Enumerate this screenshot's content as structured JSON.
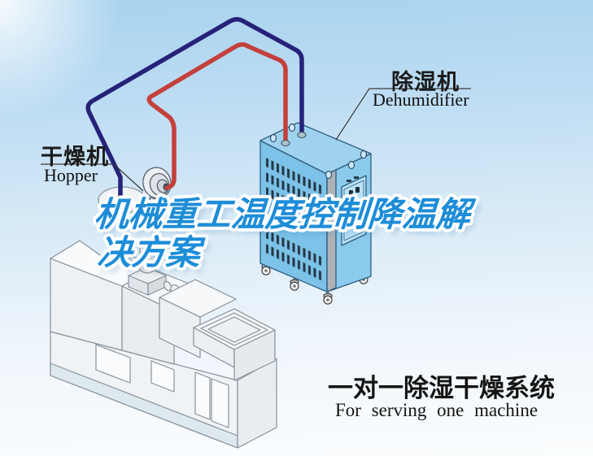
{
  "scene": {
    "background": {
      "sky_top": "#a9d3ee",
      "sky_bottom": "#fbfdfe"
    }
  },
  "labels": {
    "hopper": {
      "zh": "干燥机",
      "en": "Hopper"
    },
    "dehumidifier": {
      "zh": "除湿机",
      "en": "Dehumidifier"
    }
  },
  "headline": {
    "line1": "机械重工温度控制降温解",
    "line2": "决方案",
    "color": "#1d8dd8"
  },
  "caption": {
    "zh": "一对一除湿干燥系统",
    "en": "For serving one machine"
  },
  "equipment": {
    "dehumidifier_body_color": "#7cc2e9",
    "hoses": [
      {
        "name": "return-air-hose",
        "color": "#26227a"
      },
      {
        "name": "dry-air-hose",
        "color": "#c4403c"
      }
    ]
  }
}
